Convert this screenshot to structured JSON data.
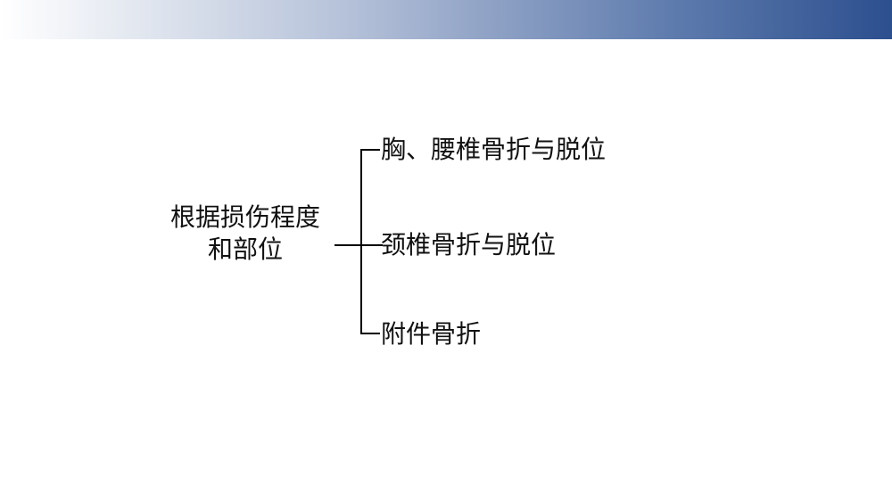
{
  "header": {
    "band": "gradient-title-band",
    "colors": {
      "start": "#ffffff",
      "end": "#2c4f8e"
    }
  },
  "diagram": {
    "root": {
      "line1": "根据损伤程度",
      "line2": "和部位"
    },
    "branches": [
      {
        "label": "胸、腰椎骨折与脱位"
      },
      {
        "label": "颈椎骨折与脱位"
      },
      {
        "label": "附件骨折"
      }
    ]
  }
}
